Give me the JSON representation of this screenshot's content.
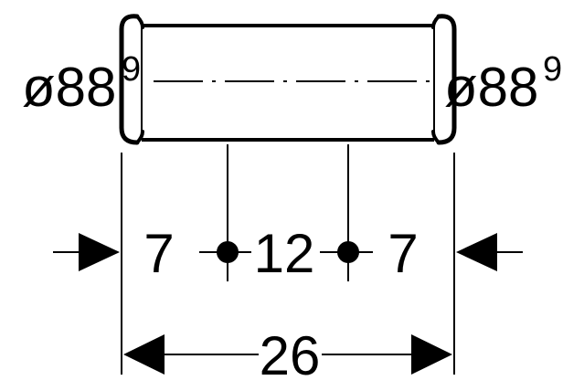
{
  "colors": {
    "ink": "#000000",
    "paper": "#ffffff"
  },
  "labels": {
    "left_diameter": "ø88",
    "left_diameter_sup": "9",
    "right_diameter": "ø88",
    "right_diameter_sup": "9",
    "dim_left": "7",
    "dim_middle": "12",
    "dim_right": "7",
    "dim_total": "26"
  }
}
